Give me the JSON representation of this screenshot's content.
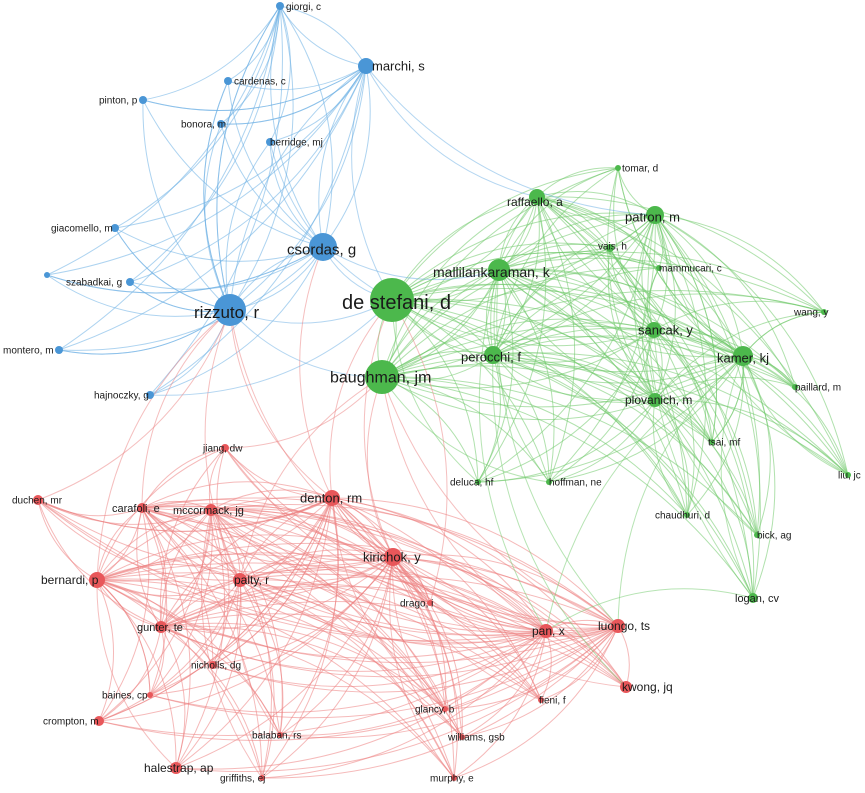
{
  "colors": {
    "blue": "#4a96d6",
    "green": "#4cb84c",
    "red": "#e8575a",
    "blue_edge": "#6aaee3",
    "green_edge": "#6fc96a",
    "red_edge": "#ec7f7f"
  },
  "nodes": [
    {
      "id": "giorgi",
      "label": "giorgi, c",
      "cluster": "blue"
    },
    {
      "id": "marchi",
      "label": "marchi, s",
      "cluster": "blue"
    },
    {
      "id": "cardenas",
      "label": "cardenas, c",
      "cluster": "blue"
    },
    {
      "id": "pinton",
      "label": "pinton, p",
      "cluster": "blue"
    },
    {
      "id": "bonora",
      "label": "bonora, m",
      "cluster": "blue"
    },
    {
      "id": "berridge",
      "label": "berridge, mj",
      "cluster": "blue"
    },
    {
      "id": "giacomello",
      "label": "giacomello, m",
      "cluster": "blue"
    },
    {
      "id": "csordas",
      "label": "csordas, g",
      "cluster": "blue"
    },
    {
      "id": "szabadkai",
      "label": "szabadkai, g",
      "cluster": "blue"
    },
    {
      "id": "unlabeled1",
      "label": "",
      "cluster": "blue"
    },
    {
      "id": "rizzuto",
      "label": "rizzuto, r",
      "cluster": "blue"
    },
    {
      "id": "montero",
      "label": "montero, m",
      "cluster": "blue"
    },
    {
      "id": "hajnoczky",
      "label": "hajnoczky, g",
      "cluster": "blue"
    },
    {
      "id": "tomar",
      "label": "tomar, d",
      "cluster": "green"
    },
    {
      "id": "raffaello",
      "label": "raffaello, a",
      "cluster": "green"
    },
    {
      "id": "patron",
      "label": "patron, m",
      "cluster": "green"
    },
    {
      "id": "vais",
      "label": "vais, h",
      "cluster": "green"
    },
    {
      "id": "mallilankaraman",
      "label": "mallilankaraman, k",
      "cluster": "green"
    },
    {
      "id": "mammucari",
      "label": "mammucari, c",
      "cluster": "green"
    },
    {
      "id": "destefani",
      "label": "de stefani, d",
      "cluster": "green"
    },
    {
      "id": "wang",
      "label": "wang, y",
      "cluster": "green"
    },
    {
      "id": "sancak",
      "label": "sancak, y",
      "cluster": "green"
    },
    {
      "id": "perocchi",
      "label": "perocchi, f",
      "cluster": "green"
    },
    {
      "id": "kamer",
      "label": "kamer, kj",
      "cluster": "green"
    },
    {
      "id": "baughman",
      "label": "baughman, jm",
      "cluster": "green"
    },
    {
      "id": "paillard",
      "label": "paillard, m",
      "cluster": "green"
    },
    {
      "id": "plovanich",
      "label": "plovanich, m",
      "cluster": "green"
    },
    {
      "id": "tsai",
      "label": "tsai, mf",
      "cluster": "green"
    },
    {
      "id": "liu",
      "label": "liu, jc",
      "cluster": "green"
    },
    {
      "id": "deluca",
      "label": "deluca, hf",
      "cluster": "green"
    },
    {
      "id": "hoffman",
      "label": "hoffman, ne",
      "cluster": "green"
    },
    {
      "id": "chaudhuri",
      "label": "chaudhuri, d",
      "cluster": "green"
    },
    {
      "id": "bick",
      "label": "bick, ag",
      "cluster": "green"
    },
    {
      "id": "logan",
      "label": "logan, cv",
      "cluster": "green"
    },
    {
      "id": "jiang",
      "label": "jiang, dw",
      "cluster": "red"
    },
    {
      "id": "duchen",
      "label": "duchen, mr",
      "cluster": "red"
    },
    {
      "id": "carafoli",
      "label": "carafoli, e",
      "cluster": "red"
    },
    {
      "id": "mccormack",
      "label": "mccormack, jg",
      "cluster": "red"
    },
    {
      "id": "denton",
      "label": "denton, rm",
      "cluster": "red"
    },
    {
      "id": "kirichok",
      "label": "kirichok, y",
      "cluster": "red"
    },
    {
      "id": "bernardi",
      "label": "bernardi, p",
      "cluster": "red"
    },
    {
      "id": "palty",
      "label": "palty, r",
      "cluster": "red"
    },
    {
      "id": "drago",
      "label": "drago, i",
      "cluster": "red"
    },
    {
      "id": "gunter",
      "label": "gunter, te",
      "cluster": "red"
    },
    {
      "id": "pan",
      "label": "pan, x",
      "cluster": "red"
    },
    {
      "id": "luongo",
      "label": "luongo, ts",
      "cluster": "red"
    },
    {
      "id": "nicholls",
      "label": "nicholls, dg",
      "cluster": "red"
    },
    {
      "id": "kwong",
      "label": "kwong, jq",
      "cluster": "red"
    },
    {
      "id": "baines",
      "label": "baines, cp",
      "cluster": "red"
    },
    {
      "id": "fieni",
      "label": "fieni, f",
      "cluster": "red"
    },
    {
      "id": "glancy",
      "label": "glancy, b",
      "cluster": "red"
    },
    {
      "id": "crompton",
      "label": "crompton, m",
      "cluster": "red"
    },
    {
      "id": "balaban",
      "label": "balaban, rs",
      "cluster": "red"
    },
    {
      "id": "williams",
      "label": "williams, gsb",
      "cluster": "red"
    },
    {
      "id": "halestrap",
      "label": "halestrap, ap",
      "cluster": "red"
    },
    {
      "id": "griffiths",
      "label": "griffiths, ej",
      "cluster": "red"
    },
    {
      "id": "murphy",
      "label": "murphy, e",
      "cluster": "red"
    }
  ]
}
